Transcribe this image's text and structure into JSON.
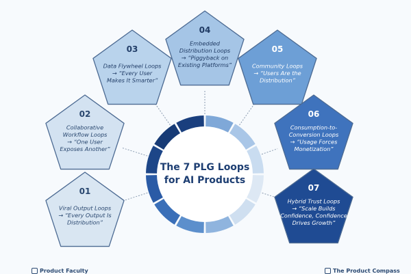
{
  "center_title_line1": "The 7 PLG Loops",
  "center_title_line2": "for AI Products",
  "loops": [
    {
      "number": "01",
      "lines": [
        "Viral Output Loops",
        "→ “Every Output Is",
        "Distribution”"
      ],
      "fill": "#d9e6f2",
      "text": "#29476f"
    },
    {
      "number": "02",
      "lines": [
        "Collaborative",
        "Workflow Loops",
        "→ “One User",
        "Exposes Another”"
      ],
      "fill": "#d3e2f1",
      "text": "#29476f"
    },
    {
      "number": "03",
      "lines": [
        "Data Flywheel Loops",
        "→ “Every User",
        "Makes It Smarter”"
      ],
      "fill": "#b9d3ec",
      "text": "#233f69"
    },
    {
      "number": "04",
      "lines": [
        "Embedded",
        "Distribution Loops",
        "→ “Piggyback on",
        "Existing Platforms”"
      ],
      "fill": "#a5c5e6",
      "text": "#1f3a63"
    },
    {
      "number": "05",
      "lines": [
        "Community Loops",
        "→ “Users Are the",
        "Distribution”"
      ],
      "fill": "#6d9fd6",
      "text": "#ffffff"
    },
    {
      "number": "06",
      "lines": [
        "Consumption-to-",
        "Conversion Loops",
        "→ “Usage Forces",
        "Monetization”"
      ],
      "fill": "#3f73bd",
      "text": "#ffffff"
    },
    {
      "number": "07",
      "lines": [
        "Hybrid Trust Loops",
        "→ “Scale Builds",
        "Confidence, Confidence",
        "Drives Growth”"
      ],
      "fill": "#1f4b93",
      "text": "#ffffff"
    }
  ],
  "footer_left": "Product Faculty",
  "footer_right": "The Product Compass",
  "colors": {
    "background": "#f7fafd",
    "stroke": "#4c6a92",
    "title": "#1d3e72"
  }
}
